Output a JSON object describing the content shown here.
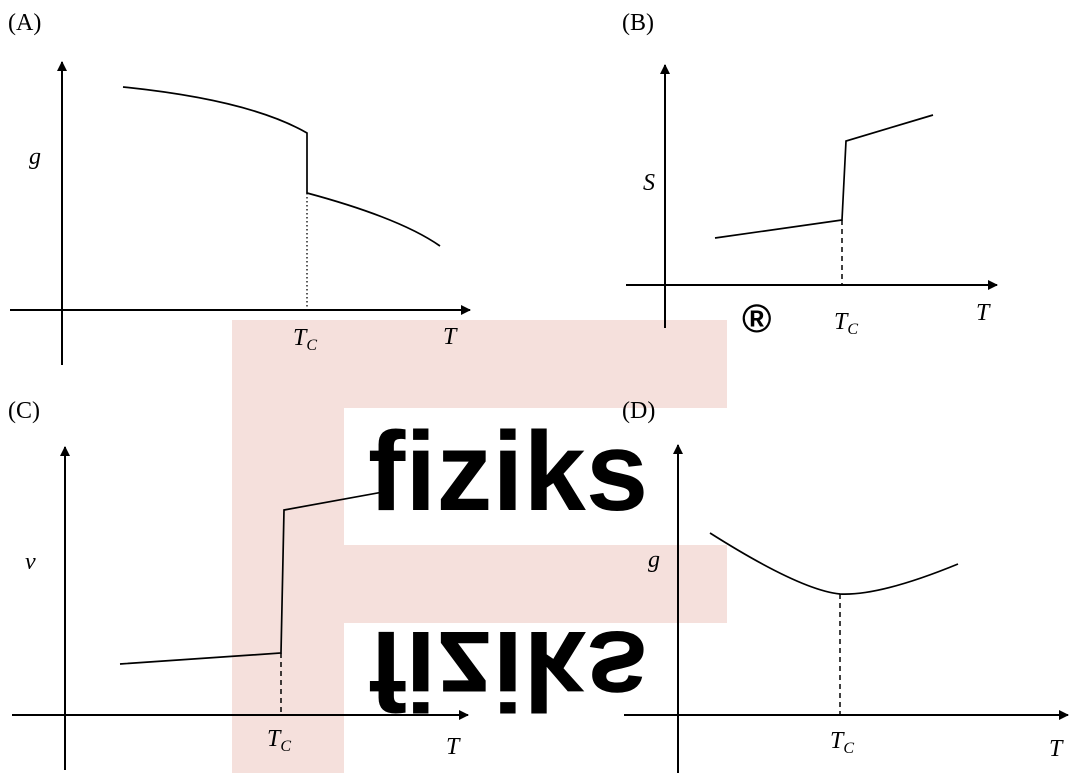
{
  "watermark": {
    "brand": "fiziks",
    "registered": "®",
    "colors": {
      "frame": "#f5e0dc",
      "text_top": "#e6e9ef",
      "text_bottom": "#e3f1ea",
      "registered": "#dddddd"
    }
  },
  "panels": [
    {
      "id": "A",
      "label": "(A)",
      "y_var": "g",
      "x_var": "T",
      "tc_main": "T",
      "tc_sub": "C"
    },
    {
      "id": "B",
      "label": "(B)",
      "y_var": "S",
      "x_var": "T",
      "tc_main": "T",
      "tc_sub": "C"
    },
    {
      "id": "C",
      "label": "(C)",
      "y_var": "v",
      "x_var": "T",
      "tc_main": "T",
      "tc_sub": "C"
    },
    {
      "id": "D",
      "label": "(D)",
      "y_var": "g",
      "x_var": "T",
      "tc_main": "T",
      "tc_sub": "C"
    }
  ]
}
